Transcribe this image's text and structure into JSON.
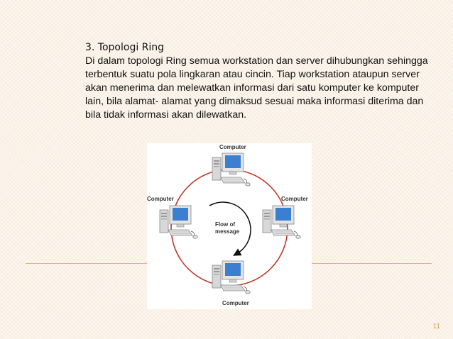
{
  "heading": "3. Topologi Ring",
  "paragraph": "Di dalam topologi Ring semua workstation dan server dihubungkan sehingga terbentuk suatu pola lingkaran atau cincin. Tiap workstation ataupun server akan menerima dan melewatkan informasi dari satu komputer ke komputer lain, bila alamat- alamat yang dimaksud sesuai maka informasi diterima dan bila tidak informasi akan dilewatkan.",
  "figure": {
    "label_top": "Computer",
    "label_left": "Computer",
    "label_right": "Computer",
    "label_bottom": "Computer",
    "flow_line1": "Flow of",
    "flow_line2": "message",
    "ring_color": "#c0392b",
    "monitor_screen_color": "#3a7fd0"
  },
  "page_number": "11"
}
